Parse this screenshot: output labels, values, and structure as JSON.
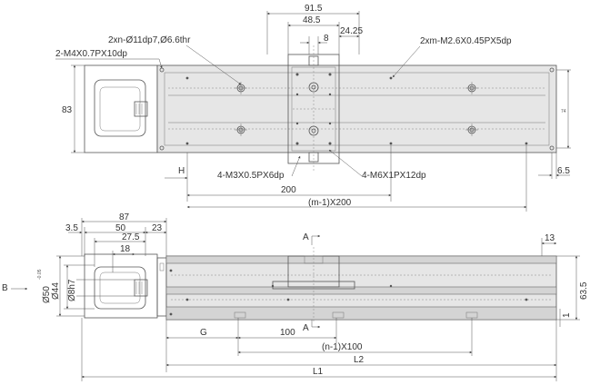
{
  "top_view": {
    "dim_91_5": "91.5",
    "dim_48_5": "48.5",
    "dim_8": "8",
    "dim_24_25": "24.25",
    "hole_cbore": "2xn-Ø11dp7,Ø6.6thr",
    "tap_m2_6": "2xm-M2.6X0.45PX5dp",
    "tap_m4": "2-M4X0.7PX10dp",
    "dim_83": "83",
    "dim_74": "74",
    "dim_h": "H",
    "tap_m3": "4-M3X0.5PX6dp",
    "tap_m6": "4-M6X1PX12dp",
    "dim_6_5": "6.5",
    "dim_200": "200",
    "dim_m1_200": "(m-1)X200"
  },
  "side_view": {
    "dim_87": "87",
    "dim_3_5": "3.5",
    "dim_50": "50",
    "dim_23": "23",
    "dim_27_5": "27.5",
    "dim_18": "18",
    "dim_13": "13",
    "section_a_top": "A",
    "section_a_bottom": "A",
    "view_b": "B",
    "dia_50": "Ø50",
    "dia_50_tol": "-0.05",
    "dia_44": "Ø44",
    "dia_8h7": "Ø8h7",
    "dim_63_5": "63.5",
    "dim_1": "1",
    "dim_g": "G",
    "dim_100": "100",
    "dim_n1_100": "(n-1)X100",
    "dim_l2": "L2",
    "dim_l1": "L1"
  }
}
